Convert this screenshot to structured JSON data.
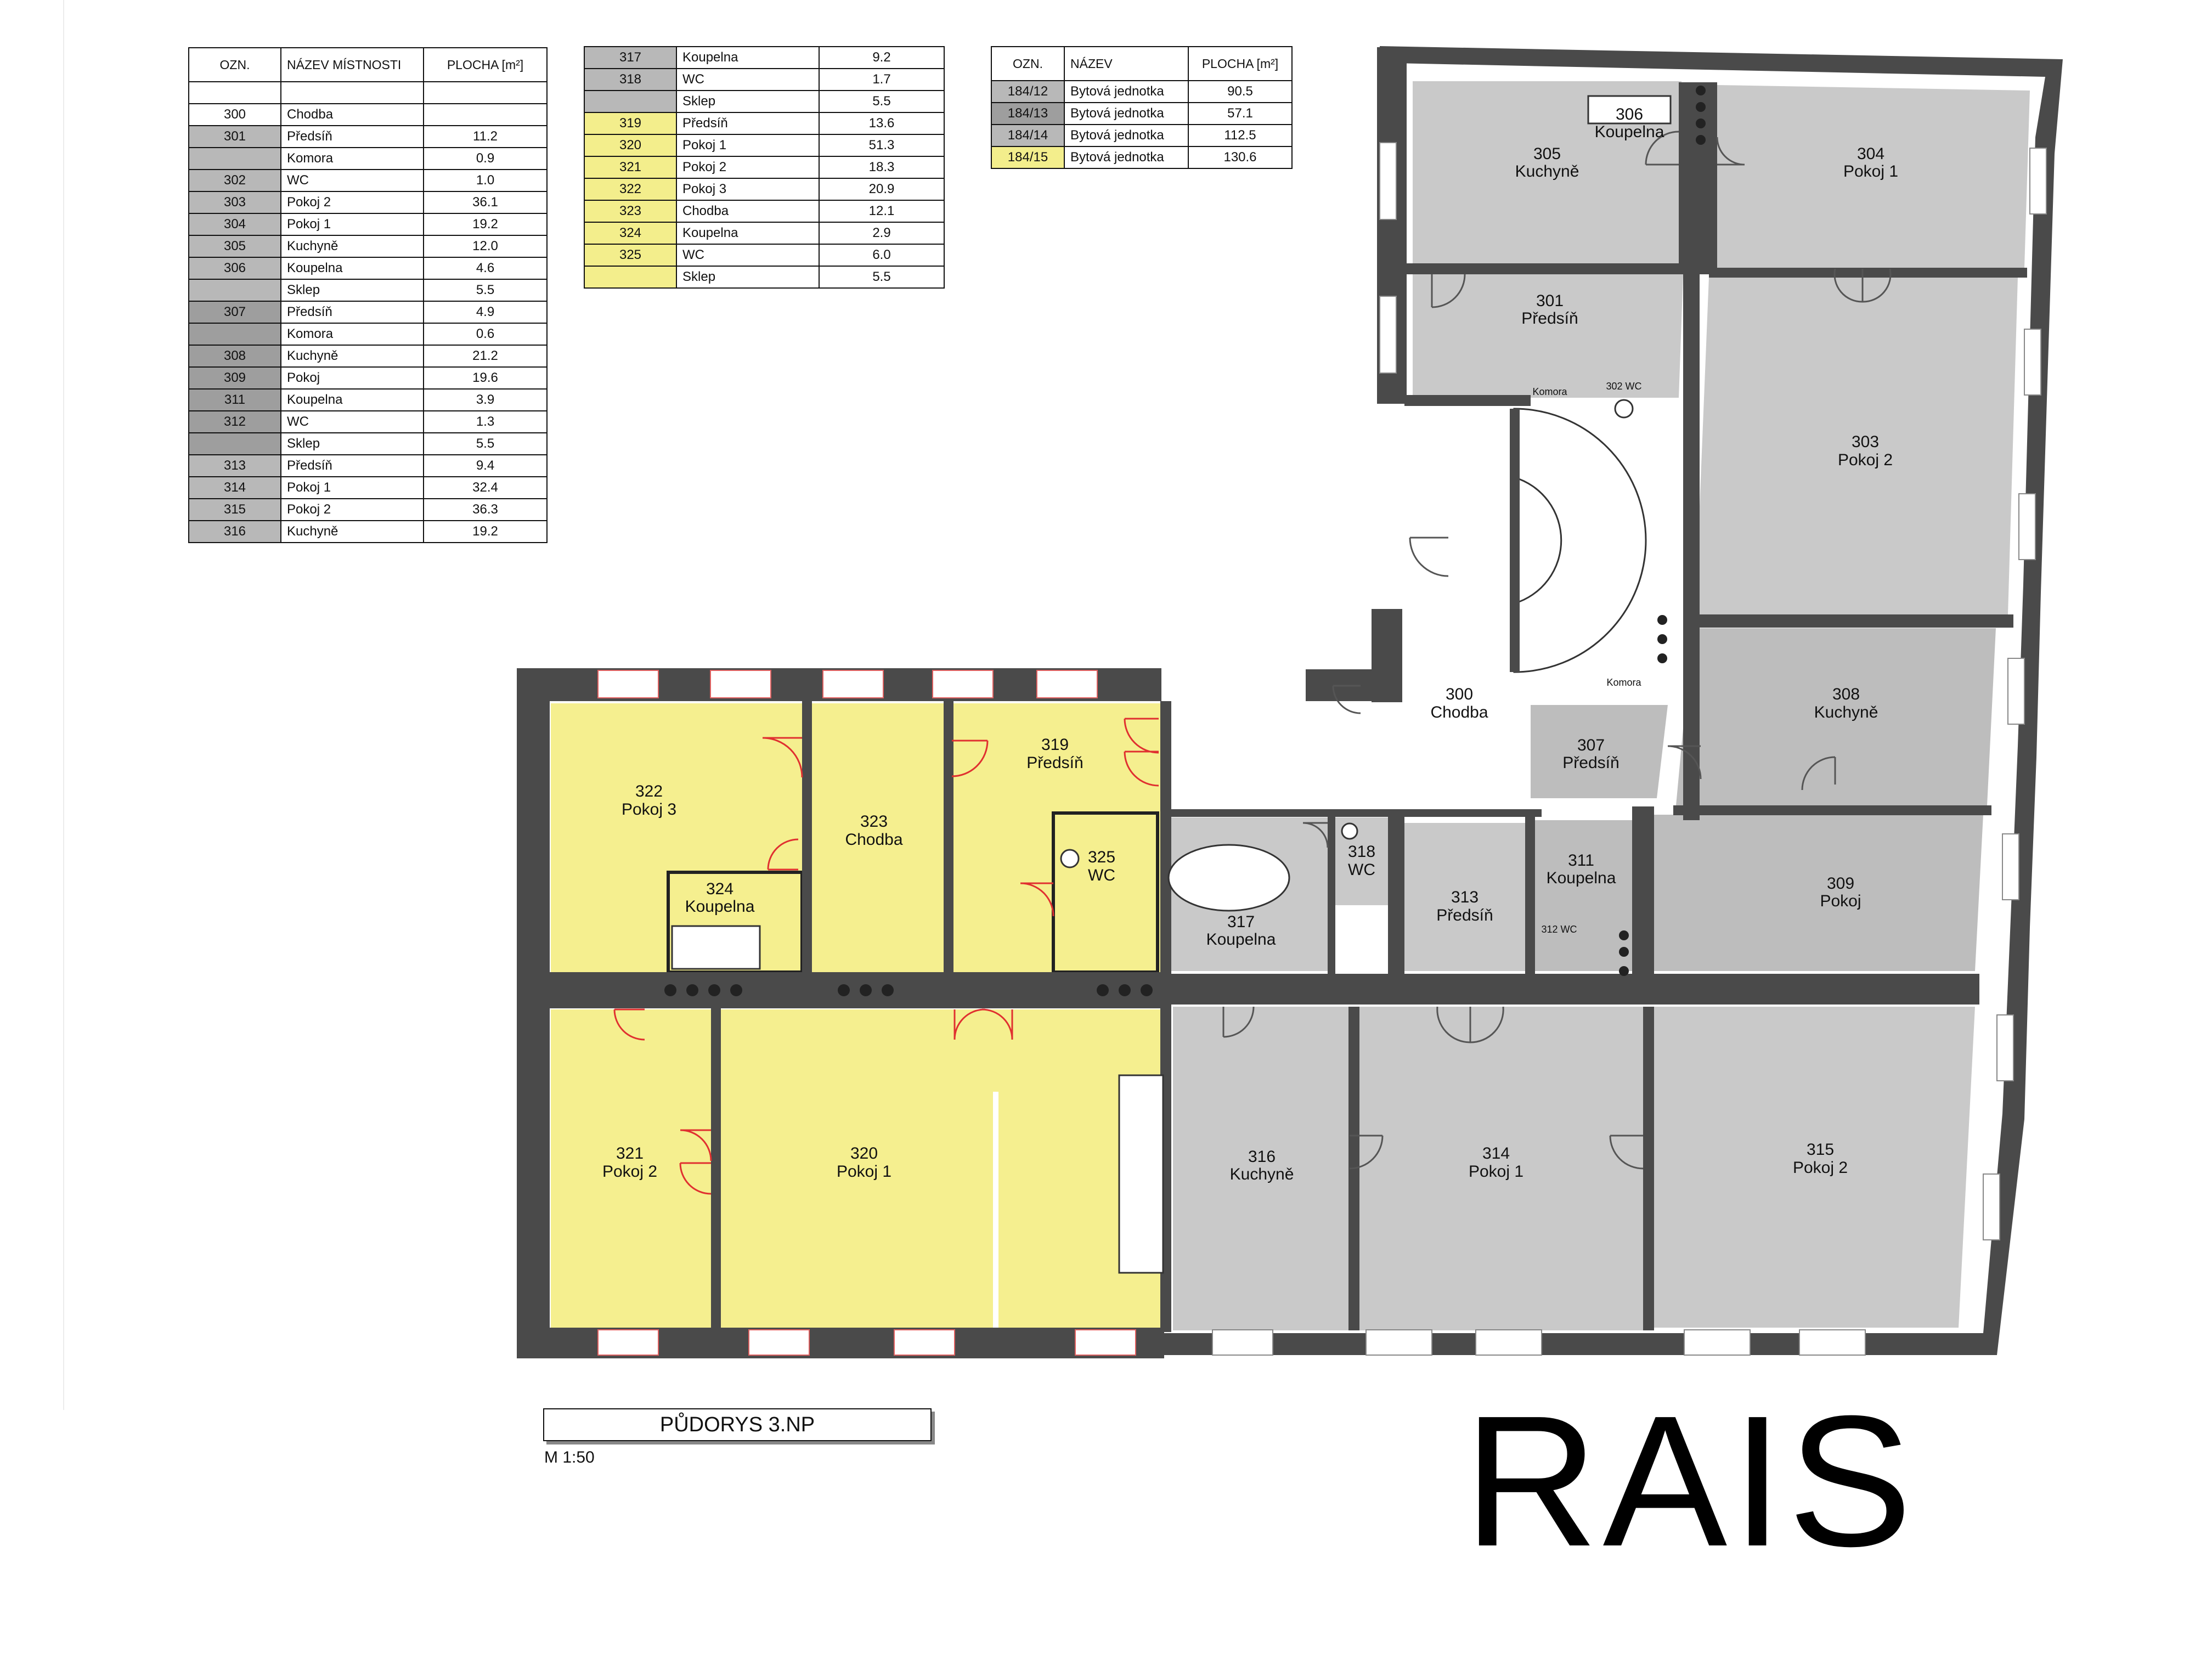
{
  "tables": {
    "rooms_main": {
      "headers": [
        "OZN.",
        "NÁZEV MÍSTNOSTI",
        "PLOCHA [m²]"
      ],
      "rows": [
        {
          "id": "",
          "name": "",
          "area": "",
          "tone": "w"
        },
        {
          "id": "300",
          "name": "Chodba",
          "area": "",
          "tone": "w"
        },
        {
          "id": "301",
          "name": "Předsíň",
          "area": "11.2",
          "tone": "g"
        },
        {
          "id": "",
          "name": "Komora",
          "area": "0.9",
          "tone": "g"
        },
        {
          "id": "302",
          "name": "WC",
          "area": "1.0",
          "tone": "g"
        },
        {
          "id": "303",
          "name": "Pokoj 2",
          "area": "36.1",
          "tone": "g"
        },
        {
          "id": "304",
          "name": "Pokoj 1",
          "area": "19.2",
          "tone": "g"
        },
        {
          "id": "305",
          "name": "Kuchyně",
          "area": "12.0",
          "tone": "g"
        },
        {
          "id": "306",
          "name": "Koupelna",
          "area": "4.6",
          "tone": "g"
        },
        {
          "id": "",
          "name": "Sklep",
          "area": "5.5",
          "tone": "g"
        },
        {
          "id": "307",
          "name": "Předsíň",
          "area": "4.9",
          "tone": "g2"
        },
        {
          "id": "",
          "name": "Komora",
          "area": "0.6",
          "tone": "g2"
        },
        {
          "id": "308",
          "name": "Kuchyně",
          "area": "21.2",
          "tone": "g2"
        },
        {
          "id": "309",
          "name": "Pokoj",
          "area": "19.6",
          "tone": "g2"
        },
        {
          "id": "311",
          "name": "Koupelna",
          "area": "3.9",
          "tone": "g2"
        },
        {
          "id": "312",
          "name": "WC",
          "area": "1.3",
          "tone": "g2"
        },
        {
          "id": "",
          "name": "Sklep",
          "area": "5.5",
          "tone": "g2"
        },
        {
          "id": "313",
          "name": "Předsíň",
          "area": "9.4",
          "tone": "g"
        },
        {
          "id": "314",
          "name": "Pokoj 1",
          "area": "32.4",
          "tone": "g"
        },
        {
          "id": "315",
          "name": "Pokoj 2",
          "area": "36.3",
          "tone": "g"
        },
        {
          "id": "316",
          "name": "Kuchyně",
          "area": "19.2",
          "tone": "g"
        }
      ]
    },
    "rooms_cont": {
      "rows": [
        {
          "id": "317",
          "name": "Koupelna",
          "area": "9.2",
          "tone": "g"
        },
        {
          "id": "318",
          "name": "WC",
          "area": "1.7",
          "tone": "g"
        },
        {
          "id": "",
          "name": "Sklep",
          "area": "5.5",
          "tone": "g"
        },
        {
          "id": "319",
          "name": "Předsíň",
          "area": "13.6",
          "tone": "y"
        },
        {
          "id": "320",
          "name": "Pokoj 1",
          "area": "51.3",
          "tone": "y"
        },
        {
          "id": "321",
          "name": "Pokoj 2",
          "area": "18.3",
          "tone": "y"
        },
        {
          "id": "322",
          "name": "Pokoj 3",
          "area": "20.9",
          "tone": "y"
        },
        {
          "id": "323",
          "name": "Chodba",
          "area": "12.1",
          "tone": "y"
        },
        {
          "id": "324",
          "name": "Koupelna",
          "area": "2.9",
          "tone": "y"
        },
        {
          "id": "325",
          "name": "WC",
          "area": "6.0",
          "tone": "y"
        },
        {
          "id": "",
          "name": "Sklep",
          "area": "5.5",
          "tone": "y"
        }
      ]
    },
    "units": {
      "headers": [
        "OZN.",
        "NÁZEV",
        "PLOCHA [m²]"
      ],
      "rows": [
        {
          "id": "184/12",
          "name": "Bytová jednotka",
          "area": "90.5",
          "tone": "g"
        },
        {
          "id": "184/13",
          "name": "Bytová jednotka",
          "area": "57.1",
          "tone": "g2"
        },
        {
          "id": "184/14",
          "name": "Bytová jednotka",
          "area": "112.5",
          "tone": "g"
        },
        {
          "id": "184/15",
          "name": "Bytová jednotka",
          "area": "130.6",
          "tone": "y"
        }
      ]
    }
  },
  "plan": {
    "rooms": [
      {
        "num": "304",
        "name": "Pokoj 1"
      },
      {
        "num": "305",
        "name": "Kuchyně"
      },
      {
        "num": "306",
        "name": "Koupelna"
      },
      {
        "num": "301",
        "name": "Předsíň"
      },
      {
        "num": "303",
        "name": "Pokoj 2"
      },
      {
        "num": "300",
        "name": "Chodba"
      },
      {
        "num": "307",
        "name": "Předsíň"
      },
      {
        "num": "308",
        "name": "Kuchyně"
      },
      {
        "num": "309",
        "name": "Pokoj"
      },
      {
        "num": "311",
        "name": "Koupelna"
      },
      {
        "num": "313",
        "name": "Předsíň"
      },
      {
        "num": "318",
        "name": "WC"
      },
      {
        "num": "317",
        "name": "Koupelna"
      },
      {
        "num": "316",
        "name": "Kuchyně"
      },
      {
        "num": "314",
        "name": "Pokoj 1"
      },
      {
        "num": "315",
        "name": "Pokoj 2"
      },
      {
        "num": "322",
        "name": "Pokoj 3"
      },
      {
        "num": "323",
        "name": "Chodba"
      },
      {
        "num": "319",
        "name": "Předsíň"
      },
      {
        "num": "324",
        "name": "Koupelna"
      },
      {
        "num": "325",
        "name": "WC"
      },
      {
        "num": "321",
        "name": "Pokoj 2"
      },
      {
        "num": "320",
        "name": "Pokoj 1"
      }
    ],
    "small_labels": {
      "komora_a": "Komora",
      "wc_302": "302 WC",
      "komora_b": "Komora",
      "wc_312": "312 WC"
    },
    "colors": {
      "wall": "#4a4a4a",
      "grey_unit": "#c9c9c9",
      "grey_unit_dark": "#bdbdbd",
      "yellow_unit": "#f5ef8f",
      "door_red": "#e03030"
    }
  },
  "footer": {
    "title": "PŮDORYS 3.NP",
    "scale": "M 1:50",
    "logo": "RAIS"
  }
}
